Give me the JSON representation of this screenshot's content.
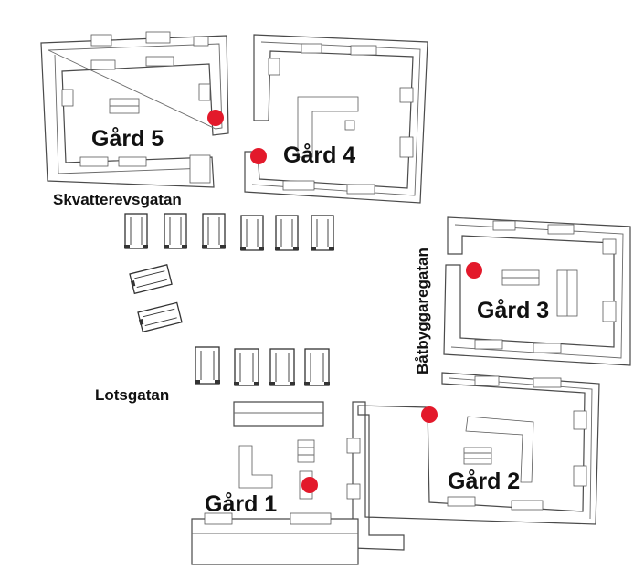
{
  "yards": {
    "gard1": "Gård 1",
    "gard2": "Gård 2",
    "gard3": "Gård 3",
    "gard4": "Gård 4",
    "gard5": "Gård 5"
  },
  "streets": {
    "skvatterevsgatan": "Skvatterevsgatan",
    "batbyggaregatan": "Båtbyggaregatan",
    "lotsgatan": "Lotsgatan"
  },
  "colors": {
    "marker": "#e3192b",
    "outline": "#4a4a4a",
    "background": "#ffffff"
  },
  "icons": [
    "location-marker-icon"
  ]
}
